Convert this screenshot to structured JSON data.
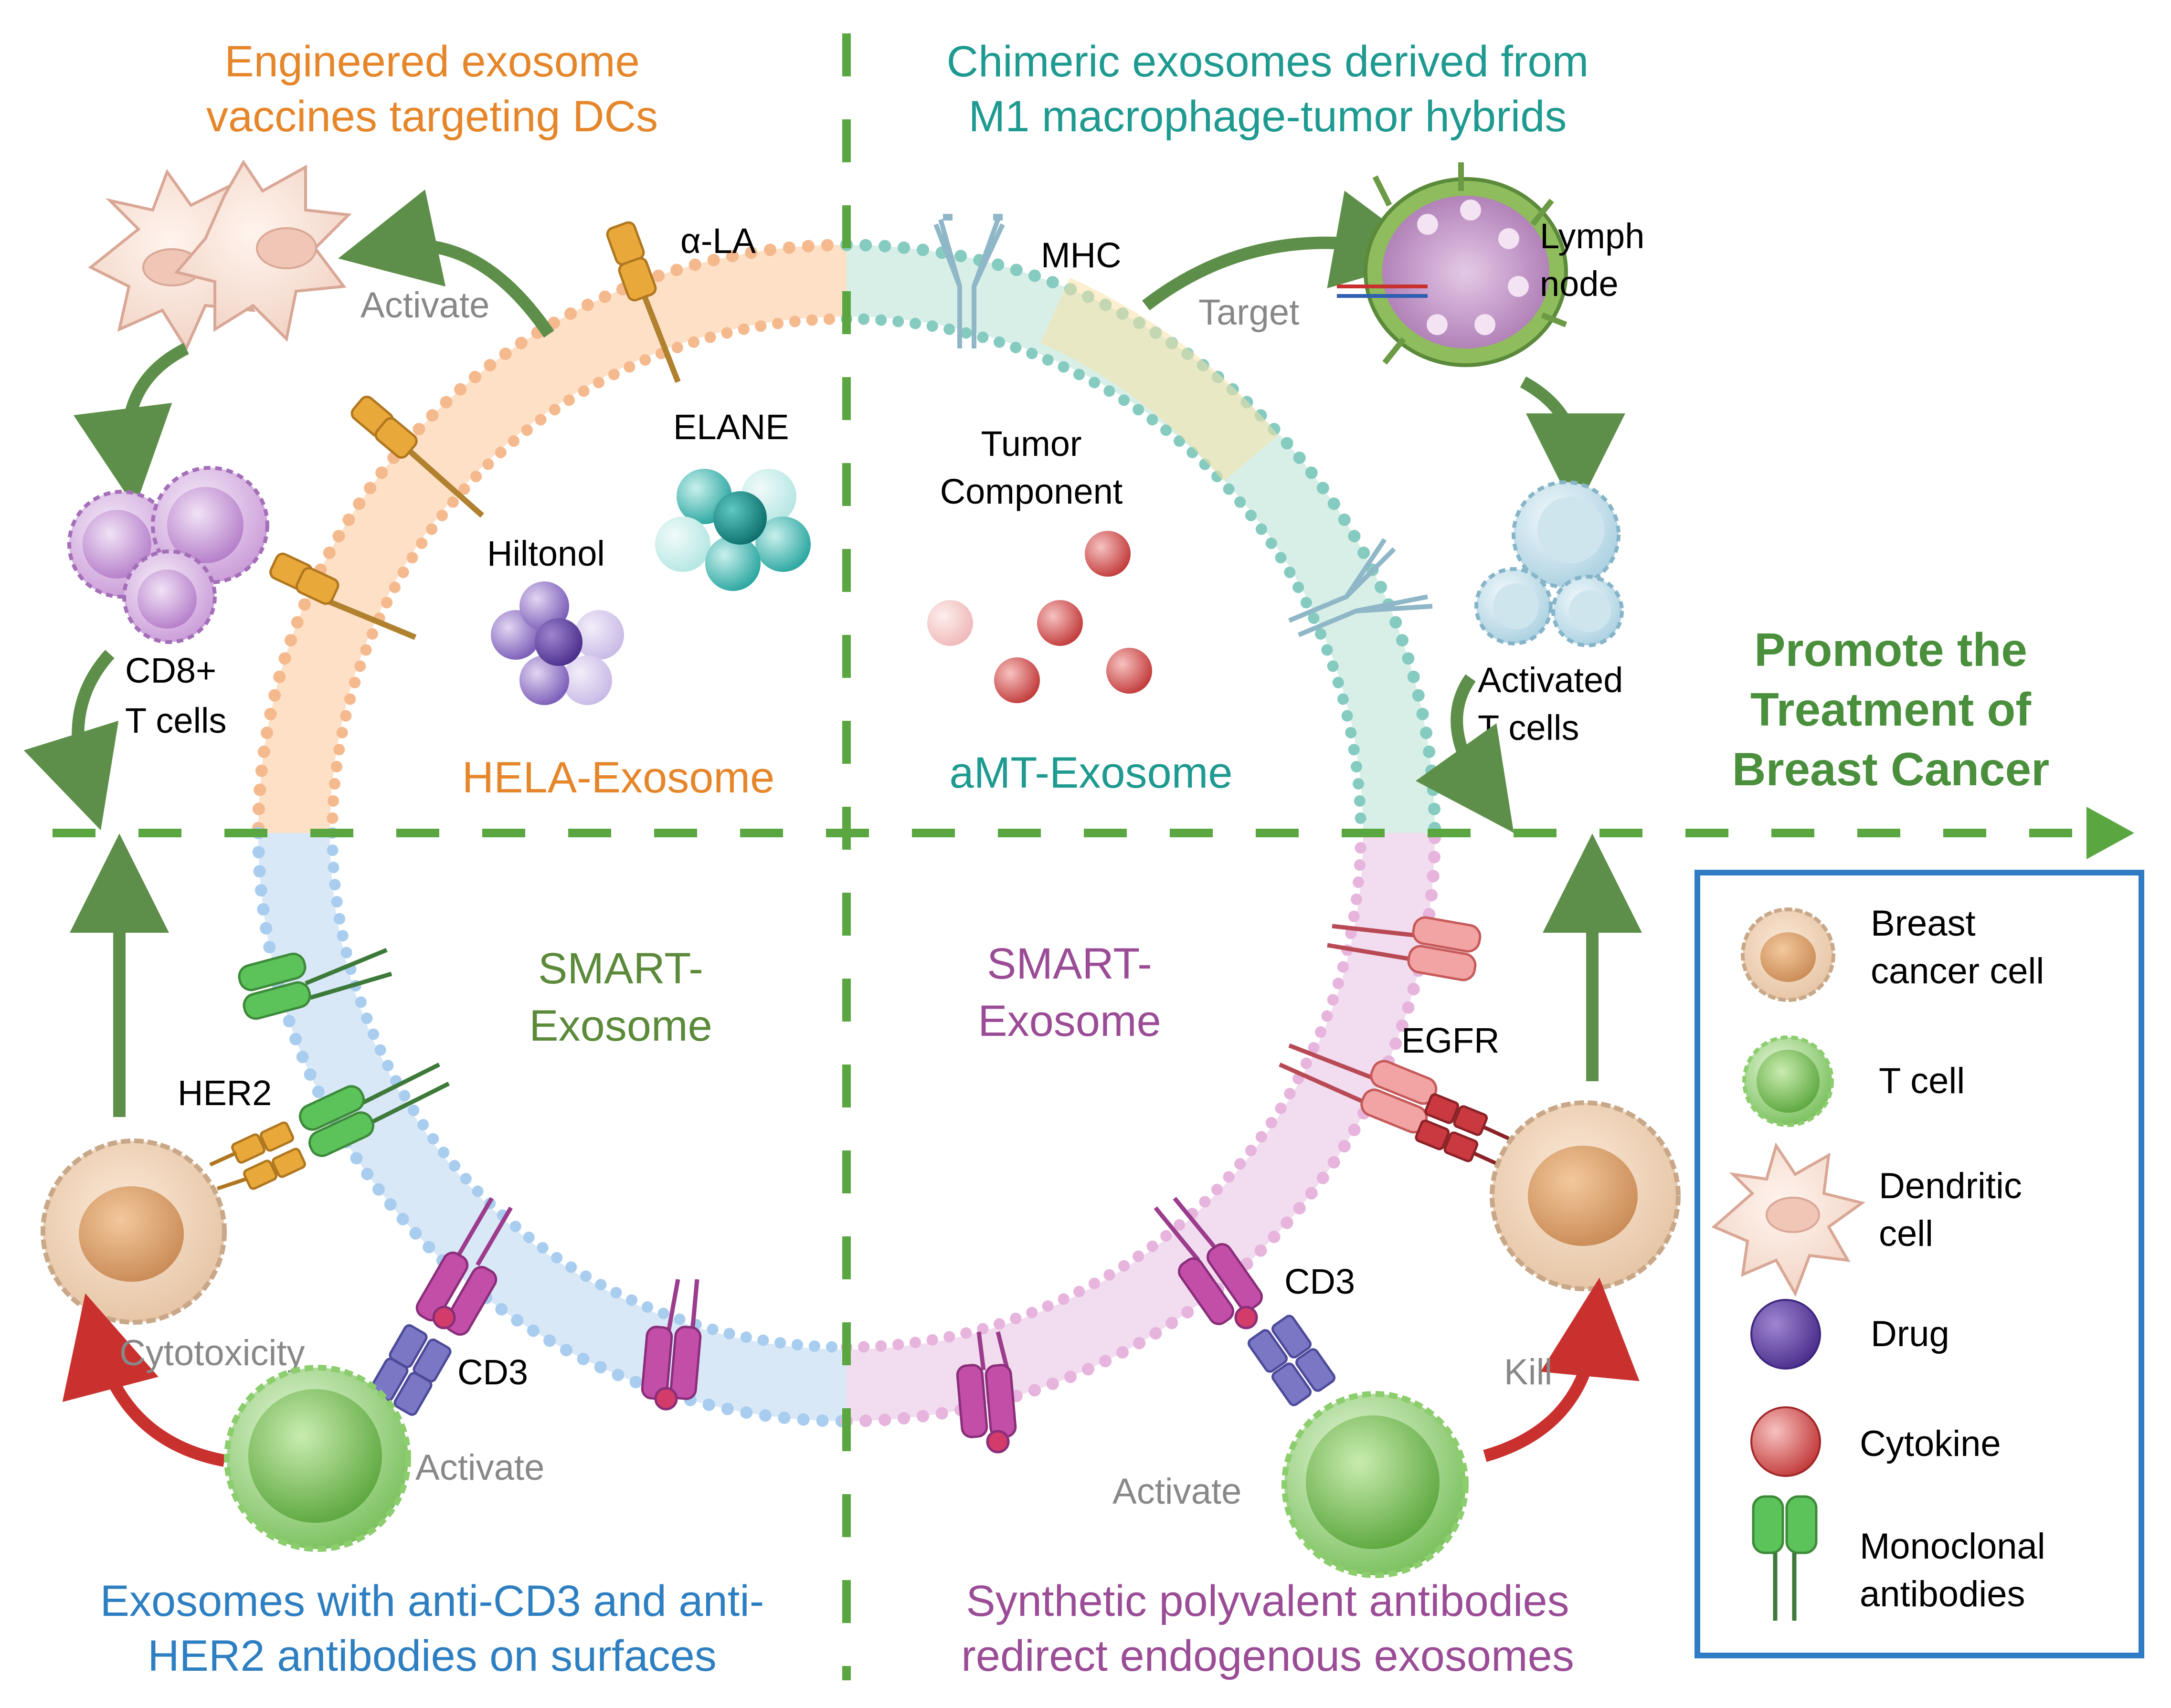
{
  "quadrants": {
    "top_left": {
      "title_line1": "Engineered exosome",
      "title_line2": "vaccines targeting DCs",
      "exosome_label": "HELA-Exosome",
      "activate_label": "Activate",
      "alpha_la_label": "α-LA",
      "elane_label": "ELANE",
      "hiltonol_label": "Hiltonol",
      "cd8_line1": "CD8+",
      "cd8_line2": "T cells"
    },
    "top_right": {
      "title_line1": "Chimeric exosomes derived from",
      "title_line2": "M1 macrophage-tumor hybrids",
      "exosome_label": "aMT-Exosome",
      "mhc_label": "MHC",
      "target_label": "Target",
      "lymph_line1": "Lymph",
      "lymph_line2": "node",
      "tumor_line1": "Tumor",
      "tumor_line2": "Component",
      "activated_line1": "Activated",
      "activated_line2": "T cells"
    },
    "bottom_left": {
      "title_line1": "Exosomes with anti-CD3 and anti-",
      "title_line2": "HER2 antibodies on surfaces",
      "exosome_line1": "SMART-",
      "exosome_line2": "Exosome",
      "her2_label": "HER2",
      "cd3_label": "CD3",
      "cytotoxicity_label": "Cytotoxicity",
      "activate_label": "Activate"
    },
    "bottom_right": {
      "title_line1": "Synthetic polyvalent antibodies",
      "title_line2": "redirect endogenous exosomes",
      "exosome_line1": "SMART-",
      "exosome_line2": "Exosome",
      "egfr_label": "EGFR",
      "cd3_label": "CD3",
      "kill_label": "Kill",
      "activate_label": "Activate"
    }
  },
  "promote": {
    "line1": "Promote the",
    "line2": "Treatment of",
    "line3": "Breast Cancer"
  },
  "legend": {
    "items": [
      {
        "line1": "Breast",
        "line2": "cancer cell",
        "icon": "breast-cancer-cell-icon"
      },
      {
        "line1": "T cell",
        "line2": "",
        "icon": "t-cell-icon"
      },
      {
        "line1": "Dendritic",
        "line2": "cell",
        "icon": "dendritic-cell-icon"
      },
      {
        "line1": "Drug",
        "line2": "",
        "icon": "drug-icon"
      },
      {
        "line1": "Cytokine",
        "line2": "",
        "icon": "cytokine-icon"
      },
      {
        "line1": "Monoclonal",
        "line2": "antibodies",
        "icon": "monoclonal-antibody-icon"
      }
    ]
  },
  "colors": {
    "orange": "#e6862a",
    "teal": "#1e9a90",
    "blue": "#2e7fc1",
    "purple": "#9b4c96",
    "green_title": "#5b8a3a",
    "promote": "#4a8f3c",
    "dash": "#5aa640",
    "arrow_green": "#5e8f4a",
    "arrow_red": "#c9312f",
    "legend_border": "#2f7bc4",
    "gray": "#888888"
  }
}
